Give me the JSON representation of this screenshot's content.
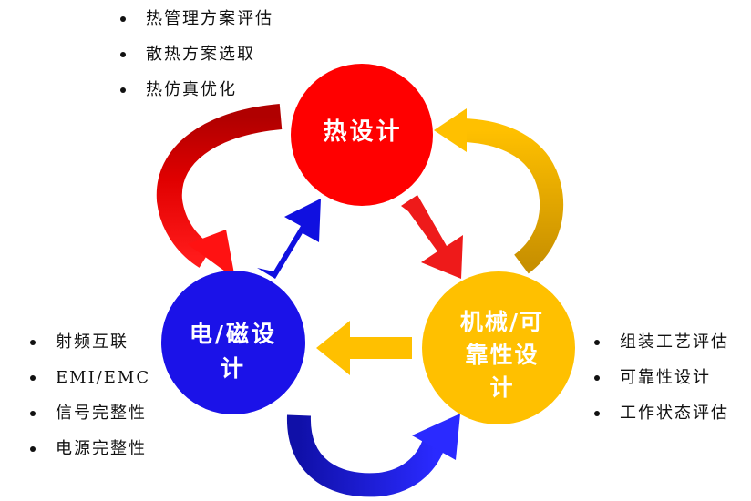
{
  "nodes": {
    "thermal": {
      "label": "热设计",
      "color": "#ff0000"
    },
    "em": {
      "label": "电/磁设计",
      "color": "#1b12e8"
    },
    "mech": {
      "label": "机械/可靠性设计",
      "color": "#ffc000"
    }
  },
  "bullets": {
    "thermal": [
      "热管理方案评估",
      "散热方案选取",
      "热仿真优化"
    ],
    "em": [
      "射频互联",
      "EMI/EMC",
      "信号完整性",
      "电源完整性"
    ],
    "mech": [
      "组装工艺评估",
      "可靠性设计",
      "工作状态评估"
    ]
  },
  "label_lines": {
    "thermal": [
      "热设计"
    ],
    "em": [
      "电/磁设",
      "计"
    ],
    "mech": [
      "机械/可",
      "靠性设",
      "计"
    ]
  }
}
